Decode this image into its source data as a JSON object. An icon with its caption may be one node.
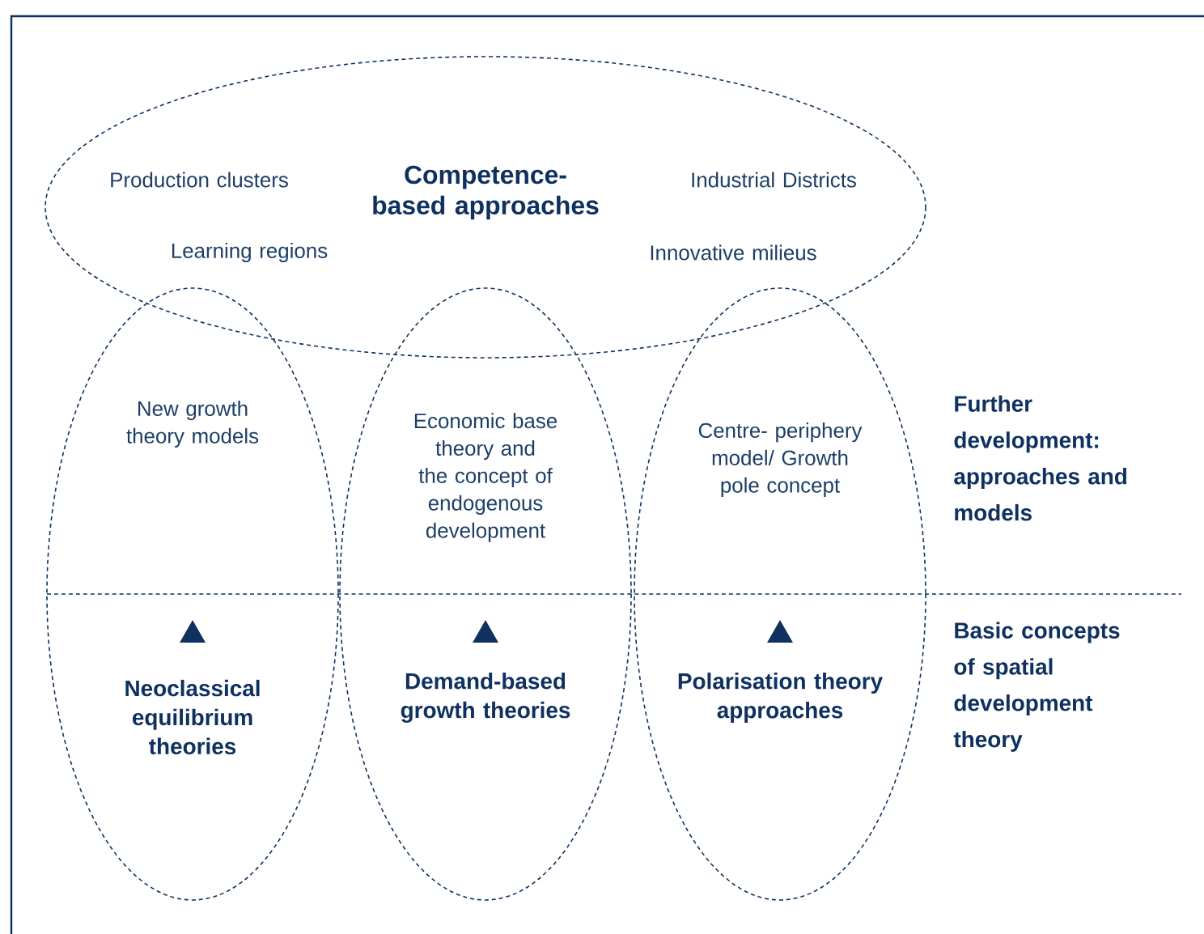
{
  "diagram": {
    "nodes": [
      {
        "text": [
          "Production clusters",
          "Competence-based approaches",
          "Industrial Districts",
          "Learning regions",
          "Innovative milieus"
        ]
      },
      {
        "text": [
          "New growth theory models",
          "Neoclassical equilibrium theories"
        ]
      },
      {
        "text": [
          "Economic base theory and the concept of endogenous development",
          "Demand-based growth theories"
        ]
      },
      {
        "text": [
          "Centre- periphery model/ Growth pole concept",
          "Polarisation theory approaches"
        ]
      }
    ],
    "labels": [
      "Further development: approaches and models",
      "Basic concepts of spatial development theory"
    ]
  }
}
